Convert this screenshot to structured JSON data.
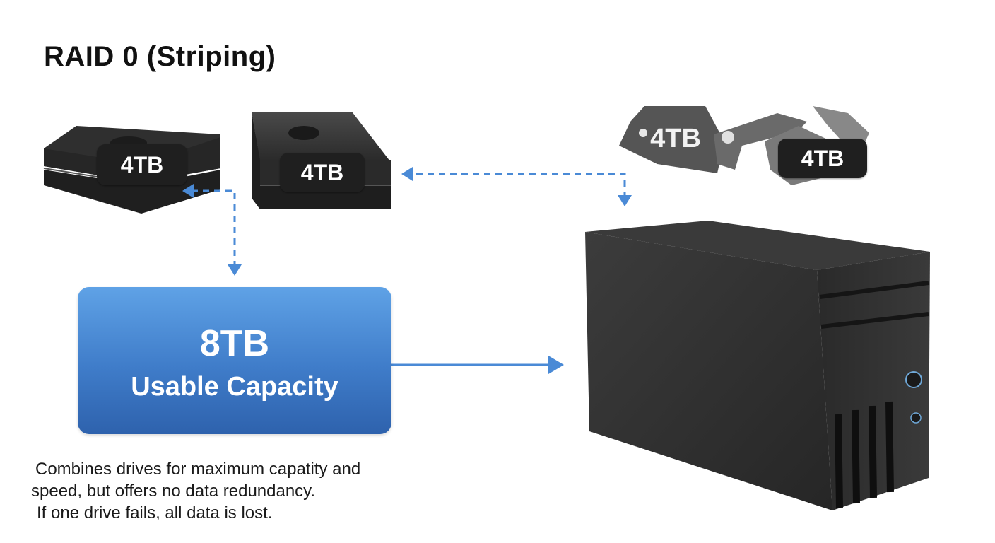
{
  "title": "RAID 0 (Striping)",
  "drives": [
    {
      "label": "4TB"
    },
    {
      "label": "4TB"
    },
    {
      "label": "4TB"
    },
    {
      "label": "4TB"
    }
  ],
  "capacity": {
    "value": "8TB",
    "label": "Usable Capacity"
  },
  "description": [
    "Combines drives for maximum capatity and",
    "speed, but offers no data redundancy.",
    "If one drive fails, all data is lost."
  ],
  "colors": {
    "accent": "#3f7cc9",
    "arrow": "#4a8ad6",
    "drive": "#2b2b2b"
  }
}
